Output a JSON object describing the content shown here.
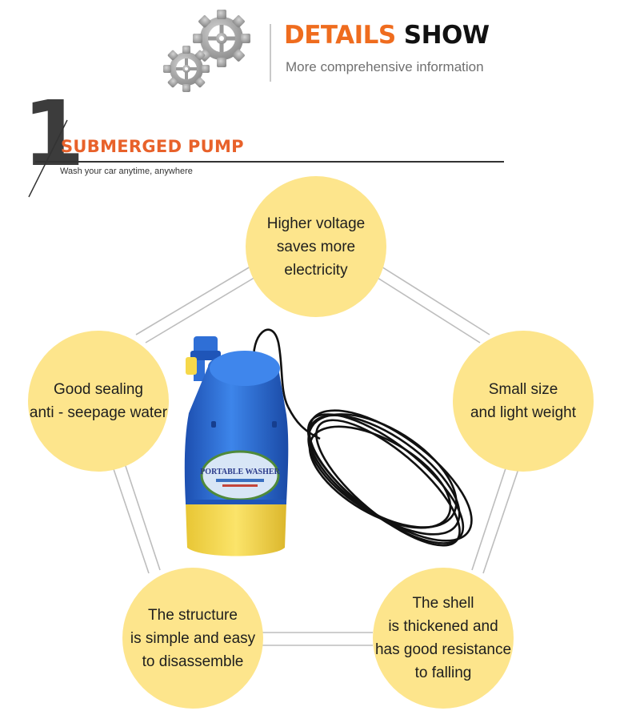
{
  "header": {
    "title_word1": "DETAILS",
    "title_word2": "SHOW",
    "subtitle": "More comprehensive information"
  },
  "section": {
    "number": "1",
    "title": "SUBMERGED PUMP",
    "subtitle": "Wash your car anytime, anywhere"
  },
  "features": {
    "top": "Higher voltage\nsaves more\nelectricity",
    "left": "Good sealing\nanti - seepage water",
    "right": "Small size\nand light weight",
    "bottom_left": "The structure\nis simple and easy\nto disassemble",
    "bottom_right": "The shell\nis thickened and\nhas good resistance\nto falling"
  },
  "product": {
    "label": "PORTABLE WASHER"
  },
  "colors": {
    "accent": "#ef6c1e",
    "circle": "#fde58c",
    "pump_blue": "#2f6fd6",
    "pump_yellow": "#f6d84a"
  }
}
